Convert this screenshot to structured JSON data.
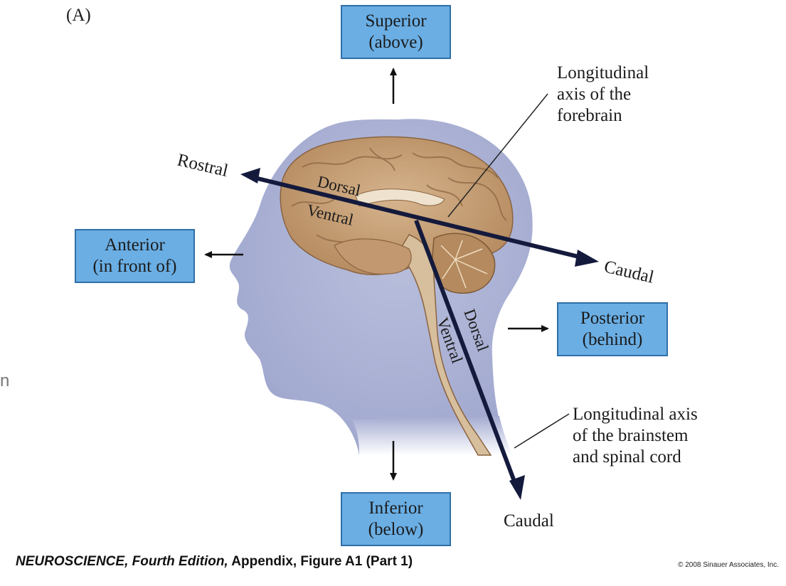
{
  "panel_label": "(A)",
  "boxes": {
    "superior": {
      "line1": "Superior",
      "line2": "(above)"
    },
    "anterior": {
      "line1": "Anterior",
      "line2": "(in front of)"
    },
    "posterior": {
      "line1": "Posterior",
      "line2": "(behind)"
    },
    "inferior": {
      "line1": "Inferior",
      "line2": "(below)"
    }
  },
  "axis_labels": {
    "rostral": "Rostral",
    "caudal_forebrain": "Caudal",
    "caudal_brainstem": "Caudal",
    "dorsal_forebrain": "Dorsal",
    "ventral_forebrain": "Ventral",
    "dorsal_brainstem": "Dorsal",
    "ventral_brainstem": "Ventral"
  },
  "notes": {
    "forebrain_axis": [
      "Longitudinal",
      "axis of the",
      "forebrain"
    ],
    "brainstem_axis": [
      "Longitudinal axis",
      "of the brainstem",
      "and spinal cord"
    ]
  },
  "edge_fragment": "n",
  "caption": {
    "title": "NEUROSCIENCE, Fourth Edition,",
    "rest": " Appendix, Figure A1 (Part 1)"
  },
  "copyright": "© 2008 Sinauer Associates, Inc.",
  "colors": {
    "box_fill": "#6aaee4",
    "box_border": "#2f6fa8",
    "head_fill": "#a8b0d2",
    "brain_fill": "#c9a27a",
    "axis_arrow": "#141a3c"
  }
}
